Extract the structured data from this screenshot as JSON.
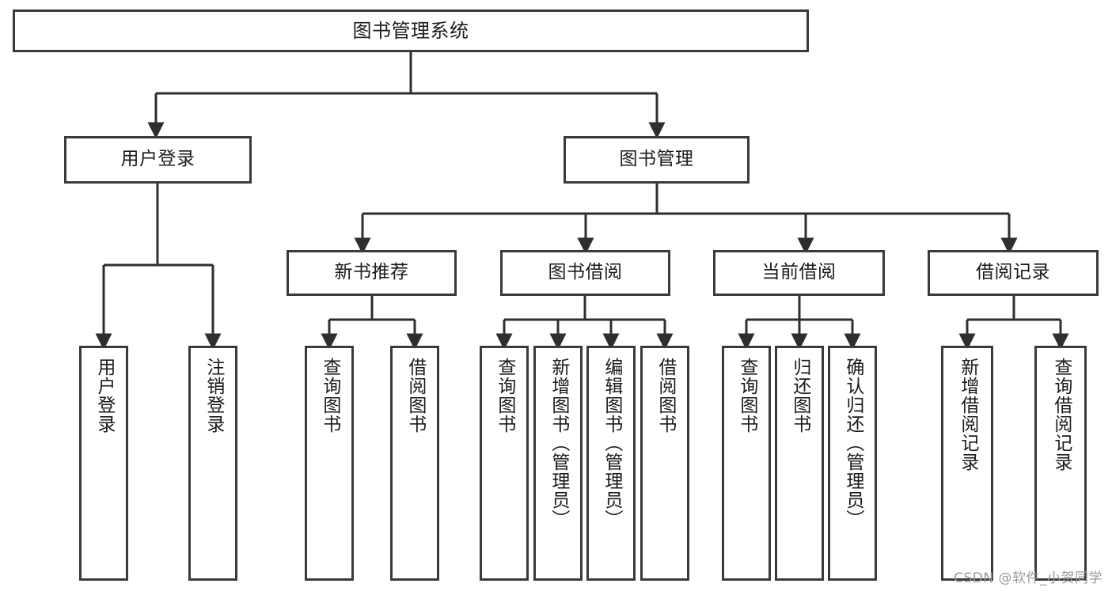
{
  "diagram": {
    "title": "图书管理系统",
    "type": "tree-hierarchy-chart",
    "root": {
      "label": "图书管理系统"
    },
    "level2": [
      {
        "label": "用户登录"
      },
      {
        "label": "图书管理"
      }
    ],
    "level3": [
      {
        "label": "新书推荐"
      },
      {
        "label": "图书借阅"
      },
      {
        "label": "当前借阅"
      },
      {
        "label": "借阅记录"
      }
    ],
    "leaves": {
      "user_login": [
        {
          "label": "用户登录"
        },
        {
          "label": "注销登录"
        }
      ],
      "new_book_recommend": [
        {
          "label": "查询图书"
        },
        {
          "label": "借阅图书"
        }
      ],
      "book_borrow": [
        {
          "label": "查询图书"
        },
        {
          "label": "新增图书（管理员）"
        },
        {
          "label": "编辑图书（管理员）"
        },
        {
          "label": "借阅图书"
        }
      ],
      "current_borrow": [
        {
          "label": "查询图书"
        },
        {
          "label": "归还图书"
        },
        {
          "label": "确认归还（管理员）"
        }
      ],
      "borrow_record": [
        {
          "label": "新增借阅记录"
        },
        {
          "label": "查询借阅记录"
        }
      ]
    }
  },
  "watermark": {
    "text": "CSDN @软件_小贺同学"
  },
  "colors": {
    "border": "#3a3a3a",
    "background": "#ffffff",
    "text": "#1b1b1b",
    "watermark": "#9a9a9a"
  }
}
